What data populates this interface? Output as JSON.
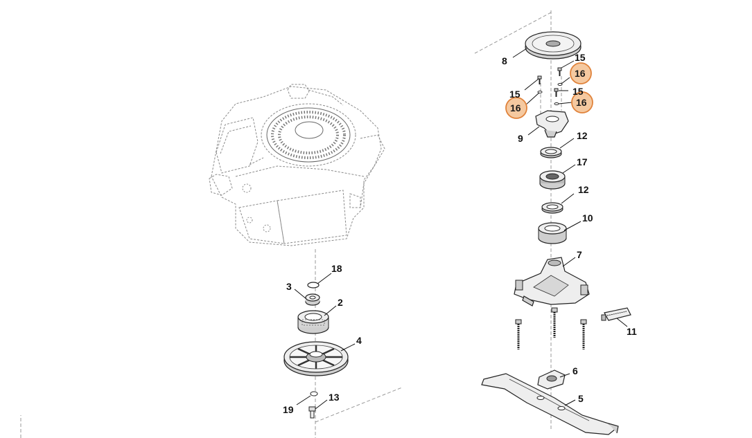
{
  "diagram": {
    "callouts": {
      "c2": "2",
      "c3": "3",
      "c4": "4",
      "c5": "5",
      "c6": "6",
      "c7": "7",
      "c8": "8",
      "c9": "9",
      "c10": "10",
      "c11": "11",
      "c12a": "12",
      "c12b": "12",
      "c13": "13",
      "c15a": "15",
      "c15b": "15",
      "c15c": "15",
      "c16a": "16",
      "c16b": "16",
      "c16c": "16",
      "c17": "17",
      "c18": "18",
      "c19": "19"
    },
    "highlight_color": "#f0a868",
    "highlight_stroke": "#e07a2e"
  }
}
